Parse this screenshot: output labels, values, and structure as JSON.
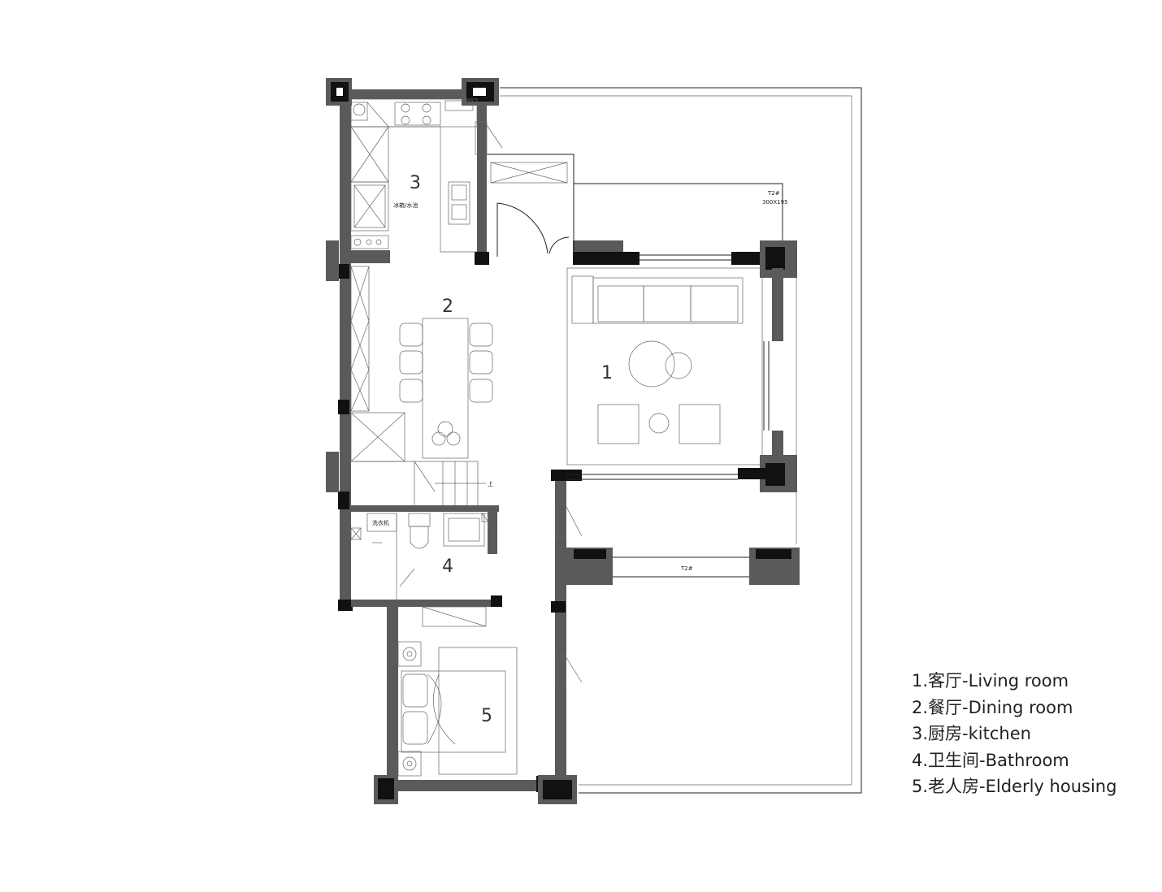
{
  "rooms": [
    {
      "number": "1",
      "label": "1.客厅-Living room"
    },
    {
      "number": "2",
      "label": "2.餐厅-Dining room"
    },
    {
      "number": "3",
      "label": "3.厨房-kitchen"
    },
    {
      "number": "4",
      "label": "4.卫生间-Bathroom"
    },
    {
      "number": "5",
      "label": "5.老人房-Elderly housing"
    }
  ],
  "annotations": {
    "skylight_code": "T2#",
    "skylight_size": "300X195",
    "terrace_code": "T2#",
    "fridge_note": "冰箱/水池",
    "washer_note": "洗衣机",
    "stair_mark": "上"
  }
}
